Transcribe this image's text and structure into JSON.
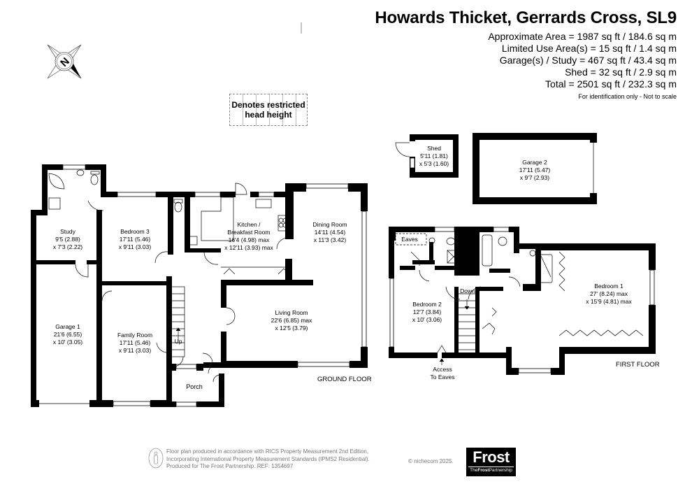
{
  "header": {
    "title": "Howards Thicket, Gerrards Cross, SL9",
    "areas": [
      "Approximate Area = 1987 sq ft / 184.6 sq m",
      "Limited Use Area(s) = 15 sq ft / 1.4 sq m",
      "Garage(s) / Study = 467 sq ft / 43.4 sq m",
      "Shed = 32 sq ft / 2.9 sq m",
      "Total = 2501 sq ft / 232.3 sq m"
    ],
    "note": "For identification only - Not to scale"
  },
  "compass": {
    "letter": "N"
  },
  "legend": {
    "restricted_label": "Denotes restricted head height"
  },
  "ground_floor": {
    "label": "GROUND FLOOR",
    "rooms": {
      "study": {
        "name": "Study",
        "dim1": "9'5 (2.88)",
        "dim2": "x 7'3 (2.22)"
      },
      "bedroom3": {
        "name": "Bedroom 3",
        "dim1": "17'11 (5.46)",
        "dim2": "x 9'11 (3.03)"
      },
      "kitchen": {
        "name": "Kitchen /",
        "name2": "Breakfast Room",
        "dim1": "16'4 (4.98) max",
        "dim2": "x 12'11 (3.93) max"
      },
      "dining": {
        "name": "Dining Room",
        "dim1": "14'11 (4.54)",
        "dim2": "x 11'3 (3.42)"
      },
      "garage1": {
        "name": "Garage 1",
        "dim1": "21'6 (6.55)",
        "dim2": "x 10' (3.05)"
      },
      "family": {
        "name": "Family Room",
        "dim1": "17'11 (5.46)",
        "dim2": "x 9'11 (3.03)"
      },
      "living": {
        "name": "Living Room",
        "dim1": "22'6 (6.85) max",
        "dim2": "x 12'5 (3.79)"
      },
      "porch": {
        "name": "Porch"
      }
    },
    "stairs_label": "Up"
  },
  "outbuildings": {
    "shed": {
      "name": "Shed",
      "dim1": "5'11 (1.81)",
      "dim2": "x 5'3 (1.60)"
    },
    "garage2": {
      "name": "Garage 2",
      "dim1": "17'11 (5.47)",
      "dim2": "x 9'7 (2.93)"
    }
  },
  "first_floor": {
    "label": "FIRST FLOOR",
    "rooms": {
      "eaves": {
        "name": "Eaves"
      },
      "bedroom2": {
        "name": "Bedroom 2",
        "dim1": "12'7 (3.84)",
        "dim2": "x 10' (3.06)"
      },
      "bedroom1": {
        "name": "Bedroom 1",
        "dim1": "27' (8.24) max",
        "dim2": "x 15'9 (4.81) max"
      }
    },
    "stairs_label": "Down",
    "access_label_1": "Access",
    "access_label_2": "To Eaves"
  },
  "footer": {
    "lines": [
      "Floor plan produced in accordance with RICS Property Measurement 2nd Edition,",
      "Incorporating International Property Measurement Standards (IPMS2 Residential).",
      "Produced for The Frost Partnership.   REF:  1354697"
    ],
    "copyright": "© nichecom 2025.",
    "logo_main": "Frost",
    "logo_sub_pre": "The",
    "logo_sub_bold": "Frost",
    "logo_sub_post": "Partnership"
  }
}
